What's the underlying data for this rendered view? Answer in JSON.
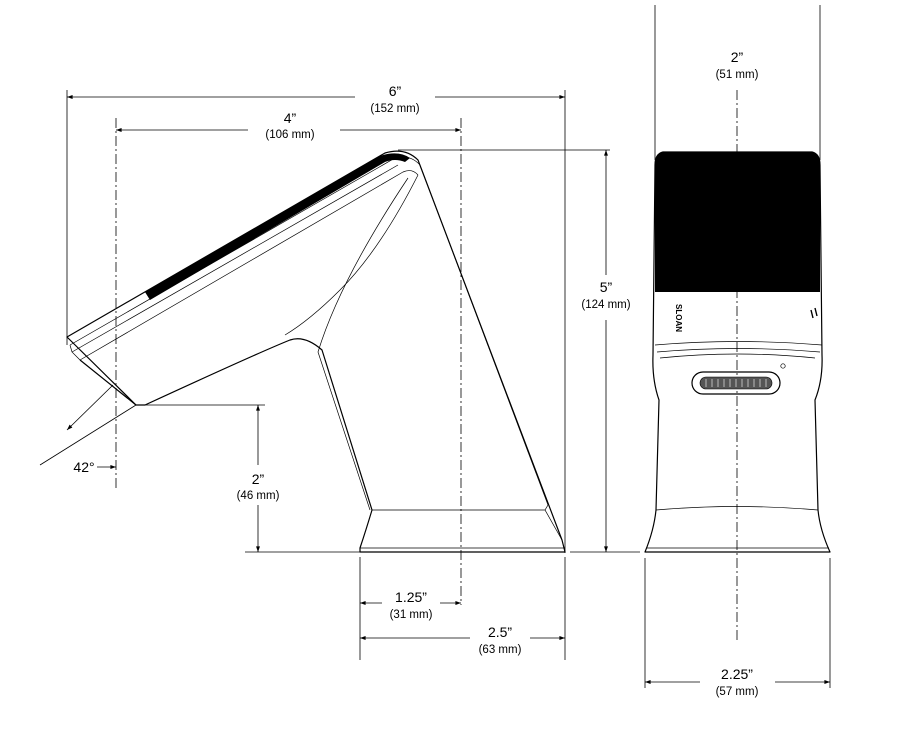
{
  "side_view": {
    "overall_width": {
      "value": "6”",
      "metric": "(152 mm)"
    },
    "spout_reach": {
      "value": "4”",
      "metric": "(106 mm)"
    },
    "spout_clearance": {
      "value": "2”",
      "metric": "(46 mm)"
    },
    "spout_angle": {
      "value": "42°"
    },
    "base_to_centerline": {
      "value": "1.25”",
      "metric": "(31 mm)"
    },
    "base_depth": {
      "value": "2.5”",
      "metric": "(63 mm)"
    }
  },
  "front_view": {
    "top_width": {
      "value": "2”",
      "metric": "(51 mm)"
    },
    "height": {
      "value": "5”",
      "metric": "(124 mm)"
    },
    "base_width": {
      "value": "2.25”",
      "metric": "(57 mm)"
    },
    "brand_mark": "SLOAN"
  },
  "colors": {
    "line": "#000000",
    "background": "#ffffff",
    "sensor_panel": "#000000"
  }
}
